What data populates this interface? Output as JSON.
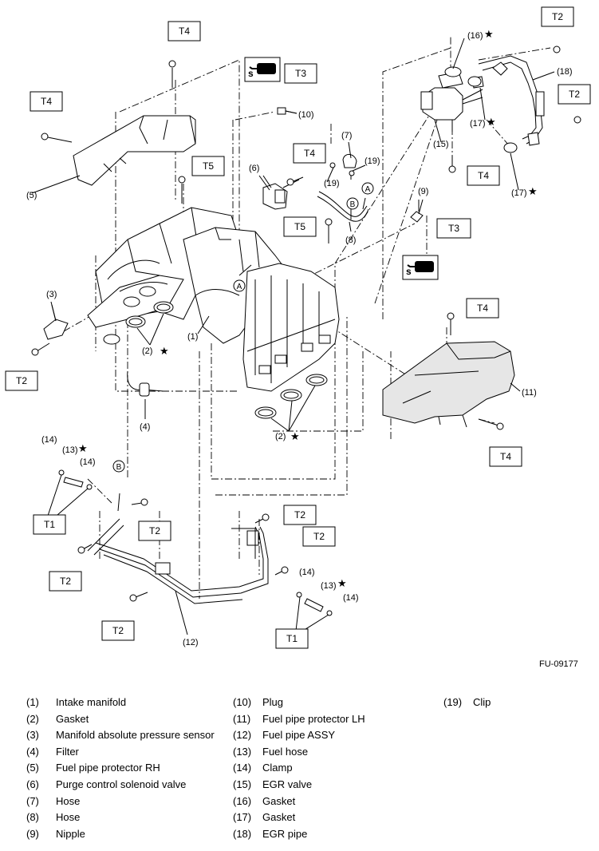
{
  "figure_id": "FU-09177",
  "torque_labels": [
    "T1",
    "T2",
    "T3",
    "T4",
    "T5"
  ],
  "callouts": {
    "c1": "(1)",
    "c2": "(2)",
    "c3": "(3)",
    "c4": "(4)",
    "c5": "(5)",
    "c6": "(6)",
    "c7": "(7)",
    "c8": "(8)",
    "c9": "(9)",
    "c10": "(10)",
    "c11": "(11)",
    "c12": "(12)",
    "c13": "(13)",
    "c14": "(14)",
    "c15": "(15)",
    "c16": "(16)",
    "c17": "(17)",
    "c18": "(18)",
    "c19": "(19)"
  },
  "markers": {
    "a": "A",
    "b": "B",
    "star": "★"
  },
  "legend": [
    [
      {
        "num": "(1)",
        "name": "Intake manifold"
      },
      {
        "num": "(2)",
        "name": "Gasket"
      },
      {
        "num": "(3)",
        "name": "Manifold absolute pressure sensor"
      },
      {
        "num": "(4)",
        "name": "Filter"
      },
      {
        "num": "(5)",
        "name": "Fuel pipe protector RH"
      },
      {
        "num": "(6)",
        "name": "Purge control solenoid valve"
      },
      {
        "num": "(7)",
        "name": "Hose"
      },
      {
        "num": "(8)",
        "name": "Hose"
      },
      {
        "num": "(9)",
        "name": "Nipple"
      }
    ],
    [
      {
        "num": "(10)",
        "name": "Plug"
      },
      {
        "num": "(11)",
        "name": "Fuel pipe protector LH"
      },
      {
        "num": "(12)",
        "name": "Fuel pipe ASSY"
      },
      {
        "num": "(13)",
        "name": "Fuel hose"
      },
      {
        "num": "(14)",
        "name": "Clamp"
      },
      {
        "num": "(15)",
        "name": "EGR valve"
      },
      {
        "num": "(16)",
        "name": "Gasket"
      },
      {
        "num": "(17)",
        "name": "Gasket"
      },
      {
        "num": "(18)",
        "name": "EGR pipe"
      }
    ],
    [
      {
        "num": "(19)",
        "name": "Clip"
      }
    ]
  ]
}
